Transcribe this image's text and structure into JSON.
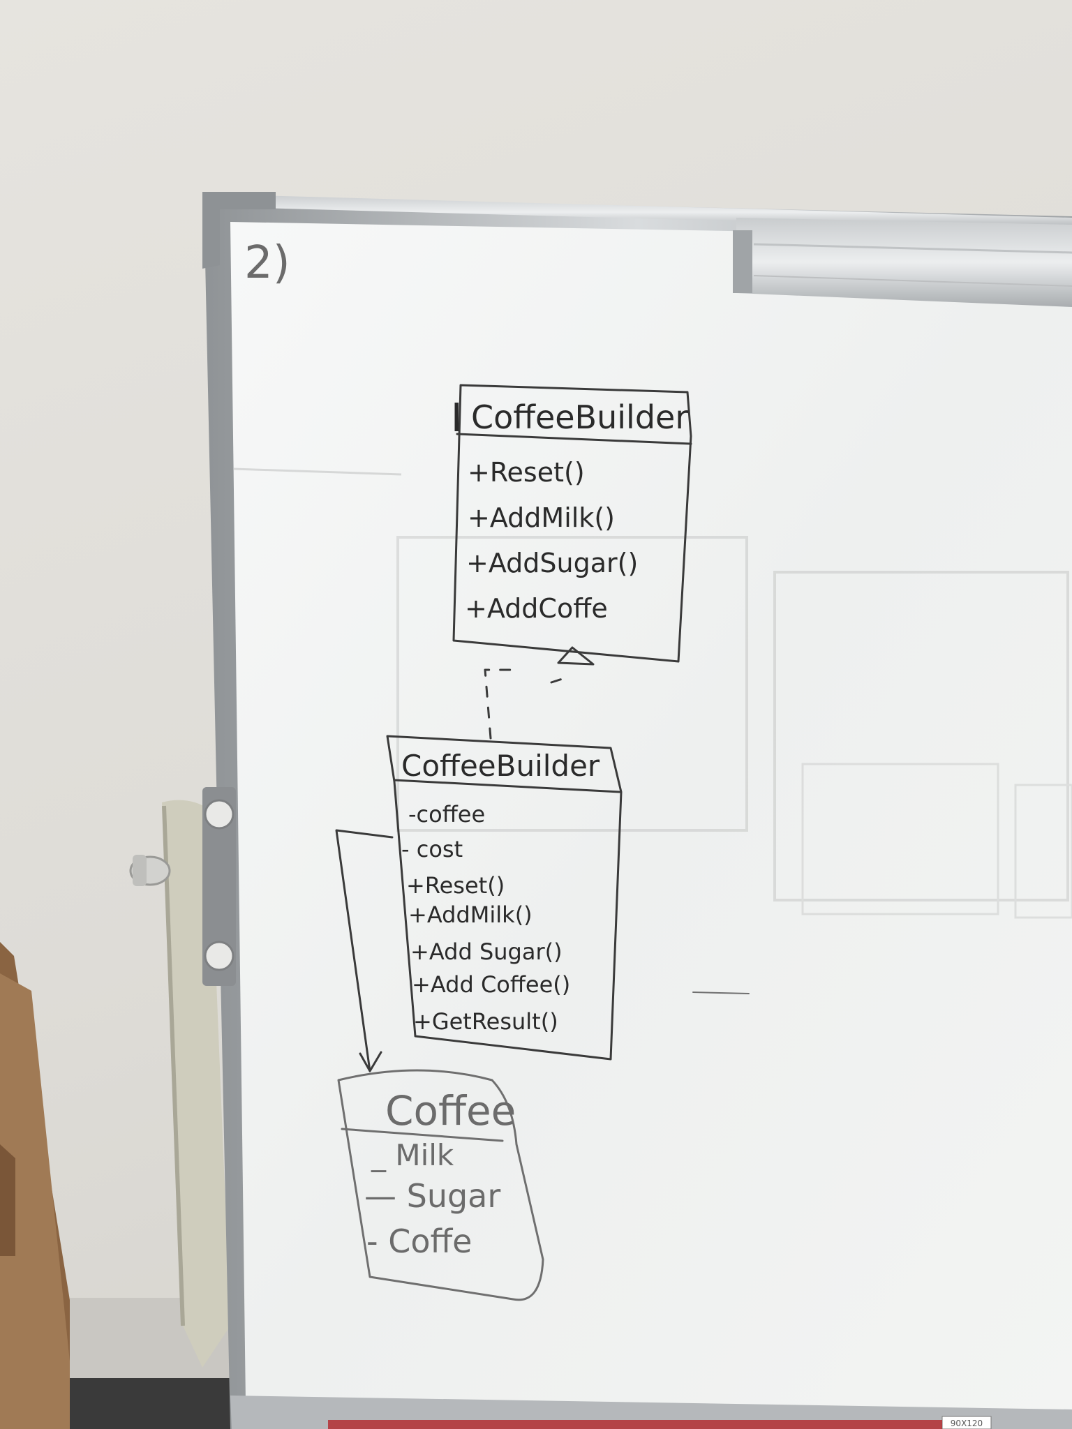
{
  "board": {
    "number_label": "2)",
    "size_label": "90X120"
  },
  "diagram": {
    "interface": {
      "marker": "I",
      "name": "CoffeeBuilder",
      "methods": [
        "+Reset()",
        "+AddMilk()",
        "+AddSugar()",
        "+AddCoffe"
      ]
    },
    "builder": {
      "name": "CoffeeBuilder",
      "attributes": [
        "-coffee",
        "- cost"
      ],
      "methods": [
        "+Reset()",
        "+AddMilk()",
        "+Add Sugar()",
        "+Add Coffee()",
        "+GetResult()"
      ]
    },
    "product": {
      "name": "Coffee",
      "attributes": [
        "_ Milk",
        "— Sugar",
        "- Coffe"
      ]
    }
  },
  "colors": {
    "wall": "#e1dfda",
    "board": "#f4f5f4",
    "frame": "#b8bcbf",
    "ink_dark": "#2a2a2a",
    "ink_light": "#6b6b6b",
    "cardboard": "#a07a55"
  }
}
